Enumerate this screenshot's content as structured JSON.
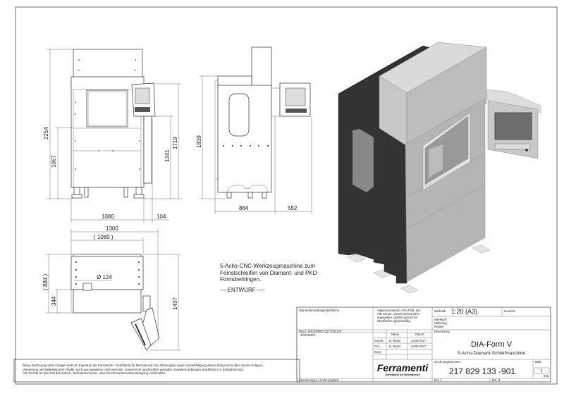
{
  "description": {
    "line1": "5-Achs-CNC-Werkzeugmaschine zum",
    "line2": "Feinstschleifen von Diamant- und PKD-",
    "line3": "Formdrehlingen.",
    "status": "----ENTWURF ----"
  },
  "dimensions": {
    "front": {
      "height_total": "2254",
      "height_lower": "1067",
      "height_panel_bottom": "1241",
      "height_panel_top": "1719",
      "width": "1080",
      "panel_offset": "104"
    },
    "side": {
      "height": "1839",
      "depth": "884",
      "panel_depth": "552"
    },
    "top": {
      "width_total": "1300",
      "width_body": "( 1080 )",
      "depth": "( 884 )",
      "depth_lower": "344",
      "diameter": "Ø 124",
      "depth_total": "1437"
    }
  },
  "notice": {
    "line1": "Diese Zeichnung nebst Anlagen steht im Eigentum der Ferramenti - Denkfabrik für Mechatronik. Die Weitergabe sowie Vervielfältigung dieses Dokuments oder dessen Anlagen,",
    "line2": "Verwertung und Mitteilung des Inhalts, auch auszugsweise, sind verboten, soweit nicht ausdrücklich gestattet. Zuwiderhandlungen verpflichten zu Schadenersatz.",
    "line3": "Alle Rechte für den Fall der Patent-, Gebrauchsmuster- oder Geschmacksmustereintragung vorbehalten."
  },
  "title_block": {
    "surface_label": "Wärmebehandlung/Oberfläche",
    "tolerance_1": "Allgemeintoleranz DIN 2768 -mK.",
    "tolerance_2": "Alle Kanten, soweit nicht anders",
    "tolerance_3": "angegeben, gratfrei gebrochen.",
    "tolerance_4": "Oberflächen gleichmäßig.",
    "scale_label": "Maßstab",
    "scale_value": "1:20 (A3)",
    "weight_label": "Gewicht",
    "material_1": "Werkstoff",
    "material_2": "Halbzeug",
    "material_3": "Rohteil",
    "file_label": "Datei: 1441254837-217 829 133",
    "draft_label": "- ENTWURF -",
    "col_name": "Name",
    "col_date": "Datum",
    "rows": [
      {
        "role": "Konstr.",
        "name": "D. Würtz",
        "date": "14.09.2017"
      },
      {
        "role": "Gez.",
        "name": "D. Würtz",
        "date": "18.09.2017"
      },
      {
        "role": "Gepr.",
        "name": "",
        "date": ""
      }
    ],
    "designation_label": "Benennung",
    "title": "DIA-Form V",
    "subtitle": "5-Achs-Diamant-Schleifmaschine",
    "logo_name": "Ferramenti",
    "logo_tagline": "Denkfabrik für Mechatronik",
    "drawing_number_label": "Zeichnungsnummer",
    "drawing_number": "217 829 133 -901",
    "sheet_label": "Blatt",
    "sheet_number": "1",
    "sheet_total": "4 Bl.",
    "remarks_label": "Anmerkungen / Änderungstext",
    "replaces_label": "Ers. f.",
    "replaced_by_label": "Ers. d."
  },
  "colors": {
    "dark_housing": "#333333",
    "light_panel": "#b9b9b9",
    "light_top": "#dadada",
    "screen": "#6e6e6e"
  }
}
